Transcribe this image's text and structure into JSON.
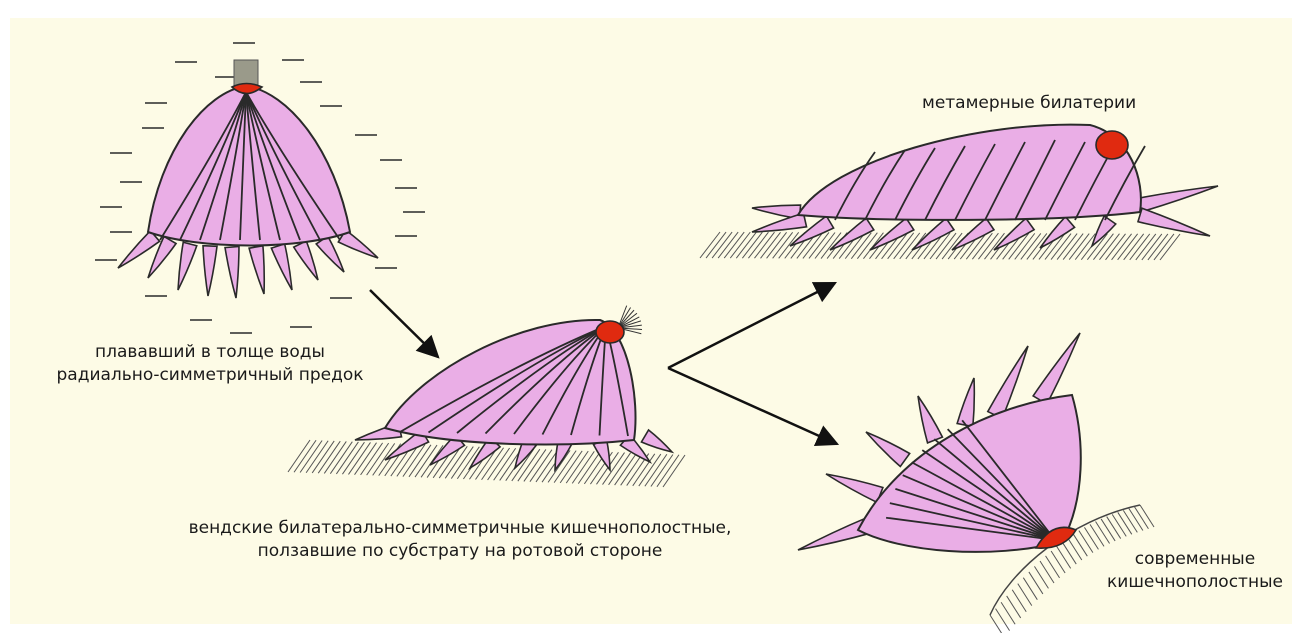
{
  "labels": {
    "ancestor_line1": "плававший в толще воды",
    "ancestor_line2": "радиально-симметричный предок",
    "vendian_line1": "вендские билатерально-симметричные кишечнополостные,",
    "vendian_line2": "ползавшие по субстрату на ротовой стороне",
    "metameric": "метамерные билатерии",
    "modern_line1": "современные",
    "modern_line2": "кишечнополостные"
  },
  "colors": {
    "background": "#fdfbe6",
    "body_fill": "#eaaee6",
    "mouth": "#e02a10",
    "outline": "#2a2a2a"
  }
}
